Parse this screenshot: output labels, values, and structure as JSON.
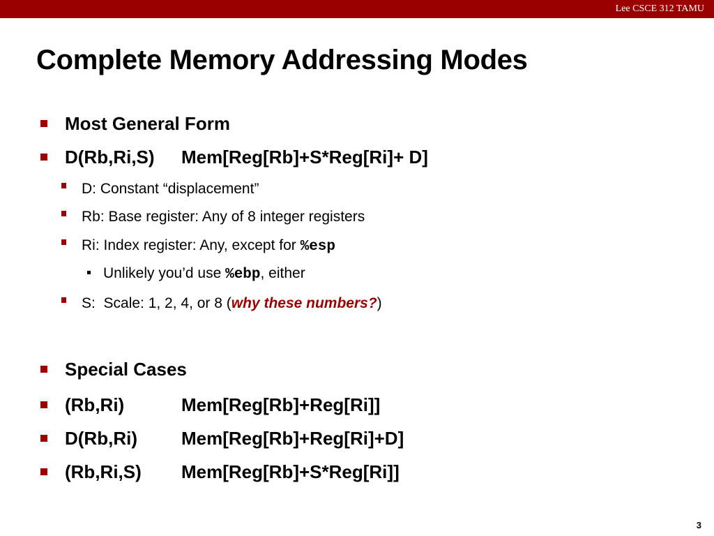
{
  "header": {
    "course": "Lee CSCE 312 TAMU"
  },
  "title": "Complete Memory Addressing Modes",
  "general": {
    "heading": "Most General Form",
    "form": "D(Rb,Ri,S)",
    "form_expr": "Mem[Reg[Rb]+S*Reg[Ri]+ D]",
    "d_text": "D:  Constant “displacement”",
    "rb_text": "Rb: Base register: Any of 8 integer registers",
    "ri_text": "Ri: Index register: Any, except for ",
    "ri_code": "%esp",
    "unlikely_pre": "Unlikely you’d use ",
    "unlikely_code": "%ebp",
    "unlikely_post": ", either",
    "scale_pre": "S:  Scale: 1, 2, 4, or 8 (",
    "scale_emph": "why these numbers?",
    "scale_post": ")"
  },
  "special": {
    "heading": "Special Cases",
    "cases": [
      {
        "form": "(Rb,Ri)",
        "expr": "Mem[Reg[Rb]+Reg[Ri]]"
      },
      {
        "form": "D(Rb,Ri)",
        "expr": "Mem[Reg[Rb]+Reg[Ri]+D]"
      },
      {
        "form": "(Rb,Ri,S)",
        "expr": "Mem[Reg[Rb]+S*Reg[Ri]]"
      }
    ]
  },
  "page_number": "3",
  "colors": {
    "accent": "#9b0000"
  }
}
